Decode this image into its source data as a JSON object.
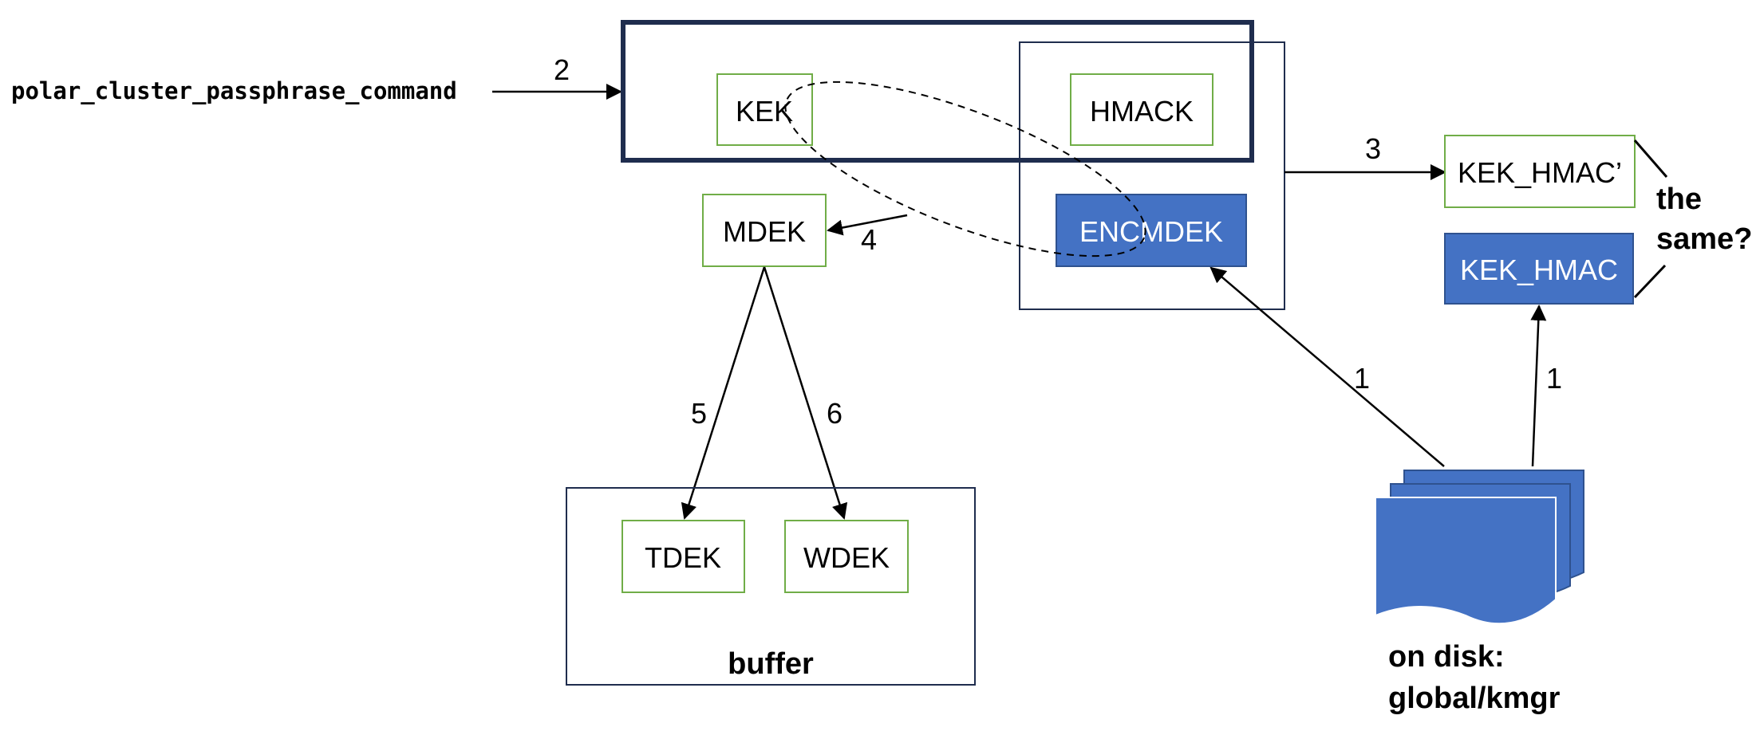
{
  "source": {
    "command": "polar_cluster_passphrase_command"
  },
  "keys": {
    "kek": "KEK",
    "hmack": "HMACK",
    "mdek": "MDEK",
    "encmdek": "ENCMDEK",
    "kek_hmac_prime": "KEK_HMAC’",
    "kek_hmac": "KEK_HMAC",
    "tdek": "TDEK",
    "wdek": "WDEK"
  },
  "containers": {
    "buffer": "buffer",
    "disk_line1": "on disk:",
    "disk_line2": "global/kmgr"
  },
  "compare": {
    "line1": "the",
    "line2": "same?"
  },
  "steps": {
    "s1a": "1",
    "s1b": "1",
    "s2": "2",
    "s3": "3",
    "s4": "4",
    "s5": "5",
    "s6": "6"
  },
  "colors": {
    "green_border": "#70AD47",
    "blue_fill": "#4472C4",
    "navy": "#1F2D4E",
    "ink": "#000000"
  }
}
